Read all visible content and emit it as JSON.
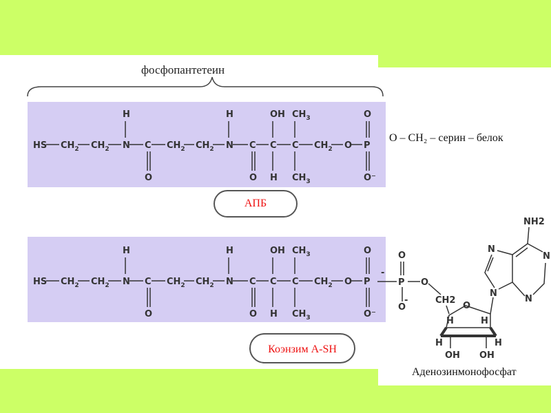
{
  "diagram": {
    "title": "фосфопантетеин",
    "serine_text": "O – CH₂ – серин – белок",
    "pill_acp": "АПБ",
    "pill_coa": "Коэнзим A-SH",
    "amp_label": "Аденозинмонофосфат",
    "chain": {
      "main": [
        "HS",
        "CH2",
        "CH2",
        "N",
        "C",
        "CH2",
        "CH2",
        "N",
        "C",
        "C",
        "C",
        "CH2",
        "O",
        "P"
      ],
      "above": [
        "H",
        "H",
        "OH",
        "CH3",
        "O"
      ],
      "below": [
        "O",
        "O",
        "H",
        "CH3",
        "O⁻"
      ]
    },
    "amp": {
      "nh2": "NH2",
      "ring_n": [
        "N",
        "N",
        "N",
        "N"
      ],
      "sugar_h": [
        "H",
        "H",
        "H",
        "H"
      ],
      "sugar_oh": [
        "OH",
        "OH"
      ],
      "ring_o": "O",
      "ch2": "CH2",
      "phosphate": [
        "O",
        "P",
        "O",
        "O",
        "-",
        "-"
      ]
    },
    "colors": {
      "background": "#ccff66",
      "band": "#d5cdf3",
      "pill_text": "#e11111"
    }
  }
}
